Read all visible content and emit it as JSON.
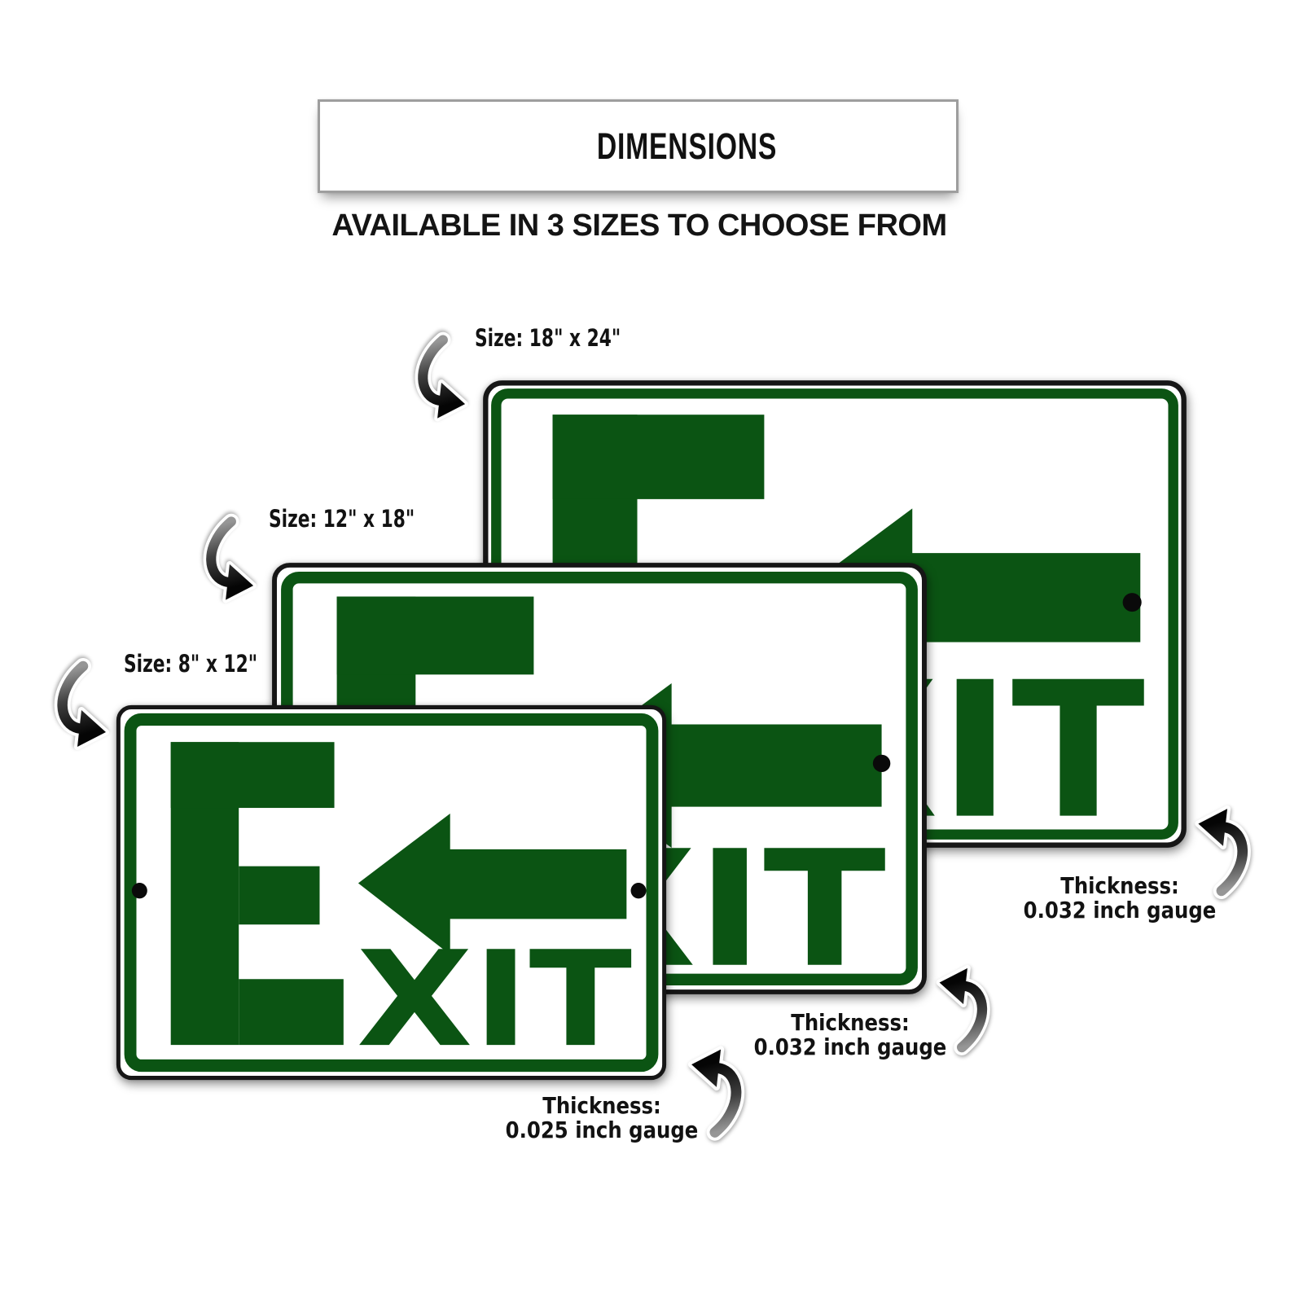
{
  "header": {
    "title": "DIMENSIONS"
  },
  "subtitle": "AVAILABLE IN 3 SIZES TO CHOOSE FROM",
  "sign": {
    "word": "EXIT",
    "initial": "E",
    "rest": "XIT"
  },
  "signs": [
    {
      "name": "18x24",
      "size_label": "Size: 18\" x 24\"",
      "thickness_line1": "Thickness:",
      "thickness_line2": "0.032 inch gauge"
    },
    {
      "name": "12x18",
      "size_label": "Size: 12\" x 18\"",
      "thickness_line1": "Thickness:",
      "thickness_line2": "0.032 inch gauge"
    },
    {
      "name": "8x12",
      "size_label": "Size: 8\" x 12\"",
      "thickness_line1": "Thickness:",
      "thickness_line2": "0.025 inch gauge"
    }
  ],
  "colors": {
    "sign_green": "#0b5413",
    "outline_black": "#161616",
    "header_border_gray": "#9e9e9e",
    "label_text": "#121212",
    "arrow_dark": "#050505",
    "arrow_light": "#969696"
  },
  "icons": {
    "curved_arrow": "curved-swoosh-arrow",
    "mounting_hole": "black-dot",
    "direction_arrow": "left-arrow"
  }
}
